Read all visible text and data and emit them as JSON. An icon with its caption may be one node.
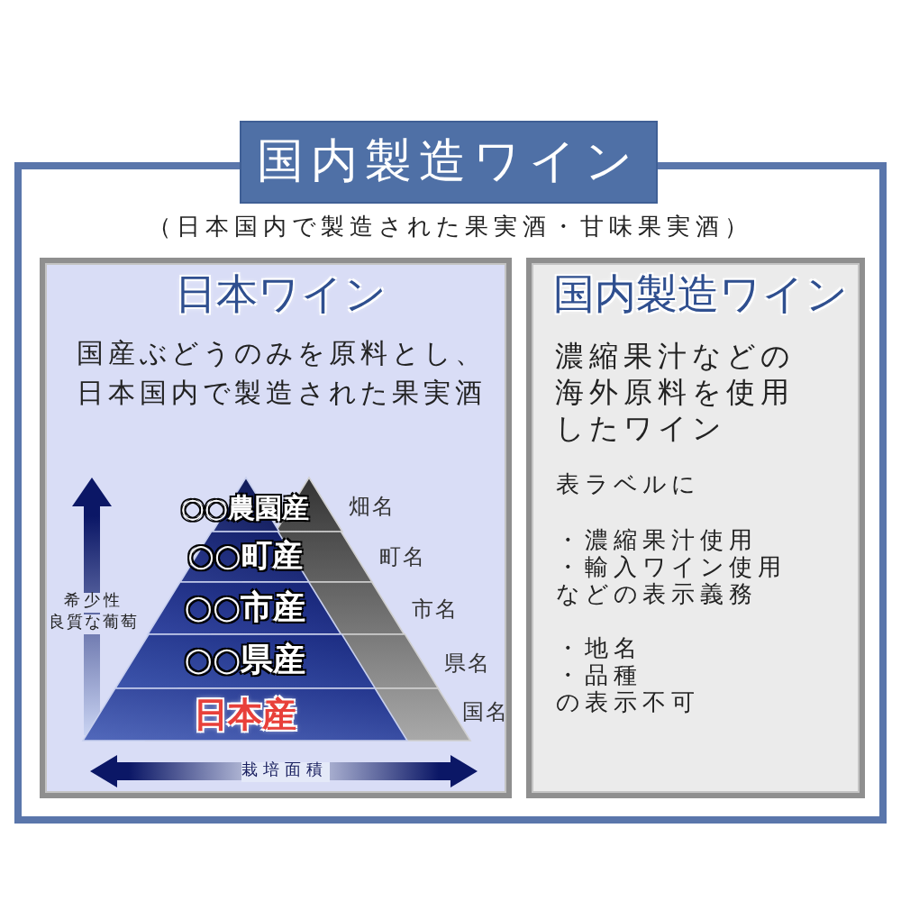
{
  "diagram": {
    "nodes": [
      {
        "text": [
          "国内製造ワイン",
          "（日本国内で製造された果実酒・甘味果実酒）"
        ]
      },
      {
        "text": [
          "日本ワイン",
          "国産ぶどうのみを原料とし、日本国内で製造された果実酒"
        ],
        "in": 0
      },
      {
        "text": [
          "○○農園産"
        ],
        "beside": [
          "畑名"
        ],
        "in": 1
      },
      {
        "text": [
          "○○町産"
        ],
        "beside": [
          "町名"
        ],
        "in": 1
      },
      {
        "text": [
          "○○市産"
        ],
        "beside": [
          "市名"
        ],
        "in": 1
      },
      {
        "text": [
          "○○県産"
        ],
        "beside": [
          "県名"
        ],
        "in": 1
      },
      {
        "text": [
          "日本産"
        ],
        "beside": [
          "国名"
        ],
        "in": 1
      },
      {
        "text": [
          "国内製造ワイン",
          "濃縮果汁などの海外原料を使用したワイン",
          "表ラベルに",
          "・濃縮果汁使用",
          "・輸入ワイン使用",
          "などの表示義務",
          "・地名",
          "・品種",
          "の表示不可"
        ],
        "in": 0
      }
    ],
    "labels": [
      "希少性",
      "良質な葡萄",
      "栽培面積"
    ]
  }
}
